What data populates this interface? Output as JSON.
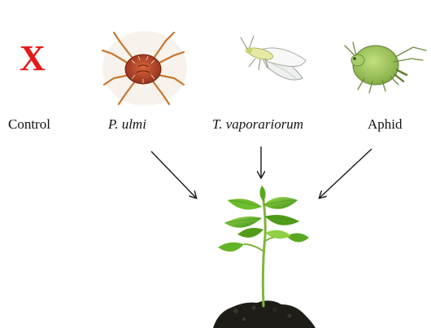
{
  "control": {
    "mark": "X",
    "label": "Control",
    "mark_color": "#e41a1a"
  },
  "pests": [
    {
      "id": "p-ulmi",
      "label": "P. ulmi",
      "icon": "red-spider-mite-icon"
    },
    {
      "id": "t-vaporariorum",
      "label": "T. vaporariorum",
      "icon": "whitefly-icon"
    },
    {
      "id": "aphid",
      "label": "Aphid",
      "icon": "aphid-icon"
    }
  ],
  "target": {
    "icon": "plant-seedling-icon"
  },
  "colors": {
    "arrow": "#1a1a1a",
    "leaf": "#5aa81f",
    "leaf_light": "#8fd044",
    "soil": "#1f1d18",
    "mite_body": "#b8442a",
    "aphid_body": "#9cc55b"
  }
}
